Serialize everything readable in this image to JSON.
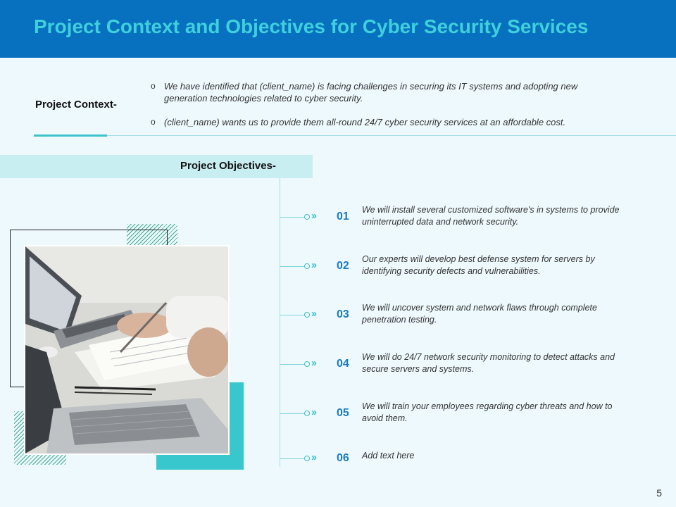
{
  "slide": {
    "title": "Project Context and Objectives for Cyber Security Services",
    "page_number": "5"
  },
  "context": {
    "heading": "Project Context-",
    "bullet_symbol": "o",
    "bullets": [
      "We have identified that (client_name) is facing challenges in securing its IT systems and adopting new generation technologies related to cyber security.",
      "(client_name) wants us to provide them all-round 24/7 cyber security services at an affordable cost."
    ]
  },
  "objectives": {
    "heading": "Project Objectives-",
    "chevron": "››",
    "items": [
      {
        "number": "01",
        "text": "We will install several customized software's in systems to provide uninterrupted data and network security."
      },
      {
        "number": "02",
        "text": "Our experts will develop best defense system for servers by identifying security defects and vulnerabilities."
      },
      {
        "number": "03",
        "text": "We will uncover system and network flaws through complete penetration testing."
      },
      {
        "number": "04",
        "text": "We will do 24/7 network security monitoring to detect attacks and secure servers and systems."
      },
      {
        "number": "05",
        "text": "We will train your employees regarding cyber threats and how to avoid them."
      },
      {
        "number": "06",
        "text": "Add text here"
      }
    ]
  },
  "colors": {
    "header_bg": "#0770bf",
    "title": "#3fd0dc",
    "accent_teal": "#38c7cc",
    "number_blue": "#1b7bbf",
    "page_bg": "#eef9fd"
  }
}
